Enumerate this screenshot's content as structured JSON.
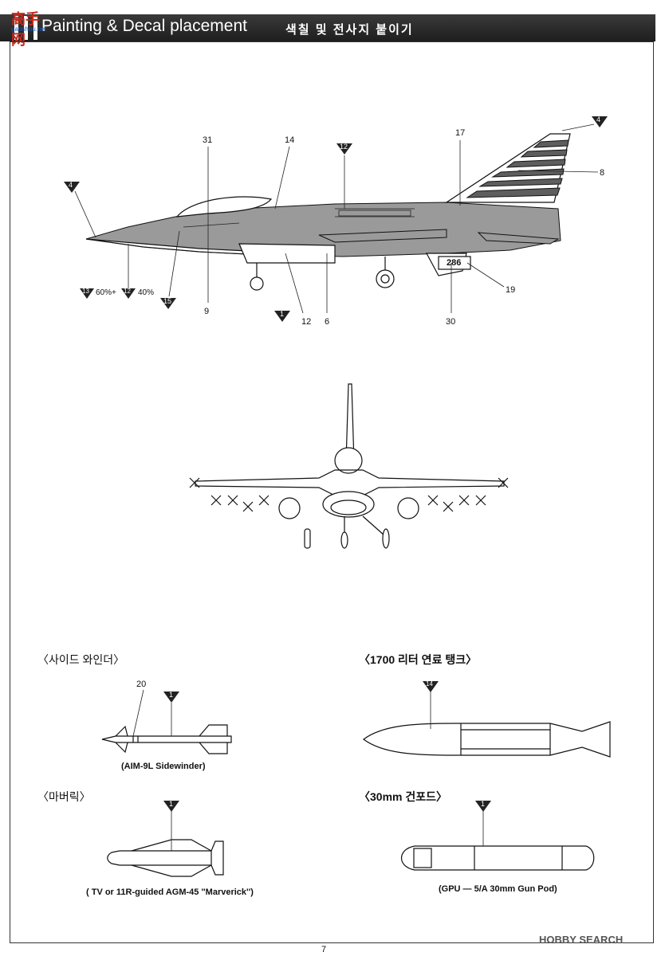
{
  "header": {
    "title": "Painting & Decal placement",
    "title_korean": "색칠 및 전사지 붙이기"
  },
  "logo": {
    "main": "高手网",
    "sub": "gaoshou.net"
  },
  "side_view": {
    "numbers": {
      "n31": "31",
      "n14": "14",
      "n17": "17",
      "n8": "8",
      "n9": "9",
      "n12a": "12",
      "n6": "6",
      "n30": "30",
      "n19": "19"
    },
    "markers": {
      "m4_nose": "4",
      "m4_tail": "4",
      "m12_top": "12",
      "m15": "15",
      "m1": "1",
      "m13": "13",
      "m12_mix": "12"
    },
    "mix_pct_a": "60%+",
    "mix_pct_b": "40%",
    "tail_code": "286"
  },
  "sections": {
    "sidewinder": {
      "heading": "〈사이드 와인더〉",
      "caption": "(AIM-9L Sidewinder)",
      "number": "20",
      "marker": "1"
    },
    "fuel_tank": {
      "heading": "〈1700 리터 연료 탱크〉",
      "caption": "",
      "marker": "14"
    },
    "maverick": {
      "heading": "〈마버릭〉",
      "caption": "( TV or 11R-guided AGM-45 ''Marverick'')",
      "marker": "1"
    },
    "gun_pod": {
      "heading": "〈30mm 건포드〉",
      "caption": "(GPU — 5/A 30mm Gun Pod)",
      "marker": "1"
    }
  },
  "footer": {
    "page": "7",
    "watermark": "HOBBY SEARCH"
  }
}
